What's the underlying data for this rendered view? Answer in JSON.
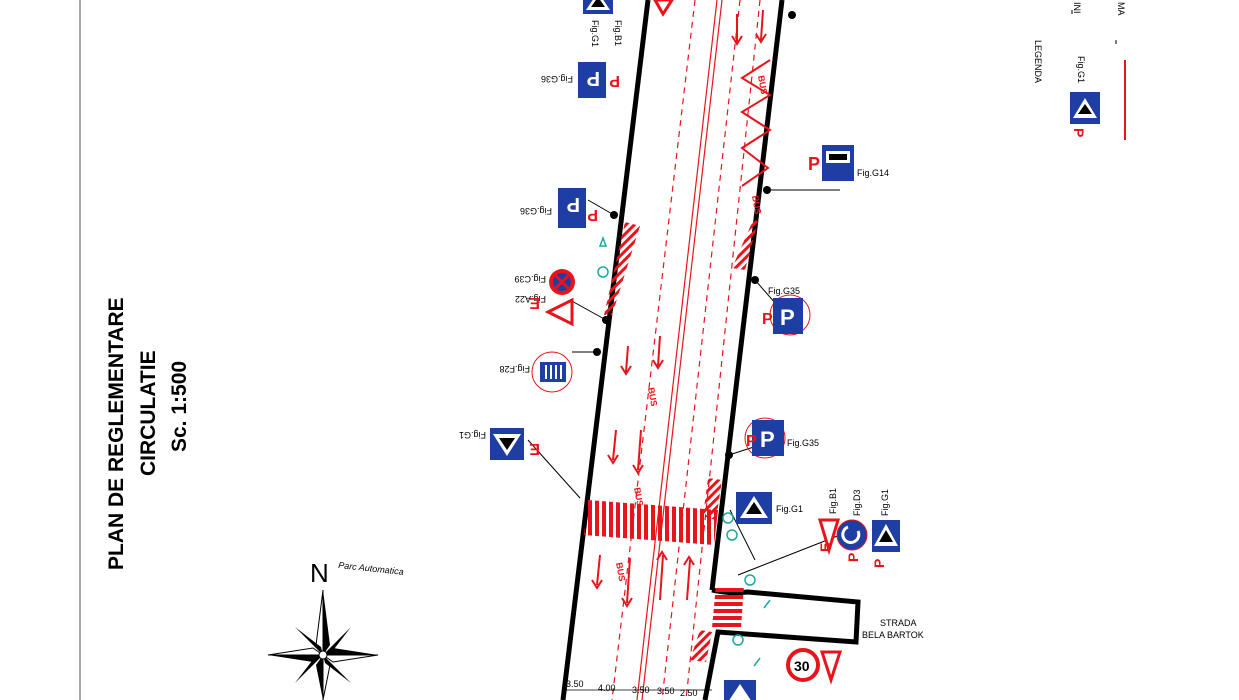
{
  "title": {
    "line1": "PLAN DE REGLEMENTARE",
    "line2": "CIRCULATIE",
    "line3": "Sc. 1:500"
  },
  "north": {
    "letter": "N",
    "park_label": "Parc Automatica"
  },
  "legend": {
    "title": "LEGENDA",
    "items": [
      {
        "fig": "Fig.G1",
        "text": "INI"
      },
      {
        "fig": "",
        "text": "MA"
      }
    ]
  },
  "street_label": {
    "line1": "STRADA",
    "line2": "BELA BARTOK"
  },
  "bus_marking": "BUS",
  "sign_labels": {
    "b1_top": "Fig.B1",
    "g1_top": "Fig.G1",
    "g36_top": "Fig.G36",
    "g14": "Fig.G14",
    "g36_mid": "Fig.G36",
    "c39": "Fig.C39",
    "a22": "Fig.A22",
    "g35_upper": "Fig.G35",
    "f28": "Fig.F28",
    "g1_left": "Fig.G1",
    "g35_lower": "Fig.G35",
    "g1_right": "Fig.G1",
    "b1_group": "Fig.B1",
    "d3_group": "Fig.D3",
    "g1_group": "Fig.G1"
  },
  "speed_limit": "30",
  "dimensions": [
    "3.50",
    "4.00",
    "3.50",
    "3.50",
    "2.50"
  ],
  "colors": {
    "red": "#e8141b",
    "blue": "#1f3ea3",
    "black": "#000000"
  }
}
